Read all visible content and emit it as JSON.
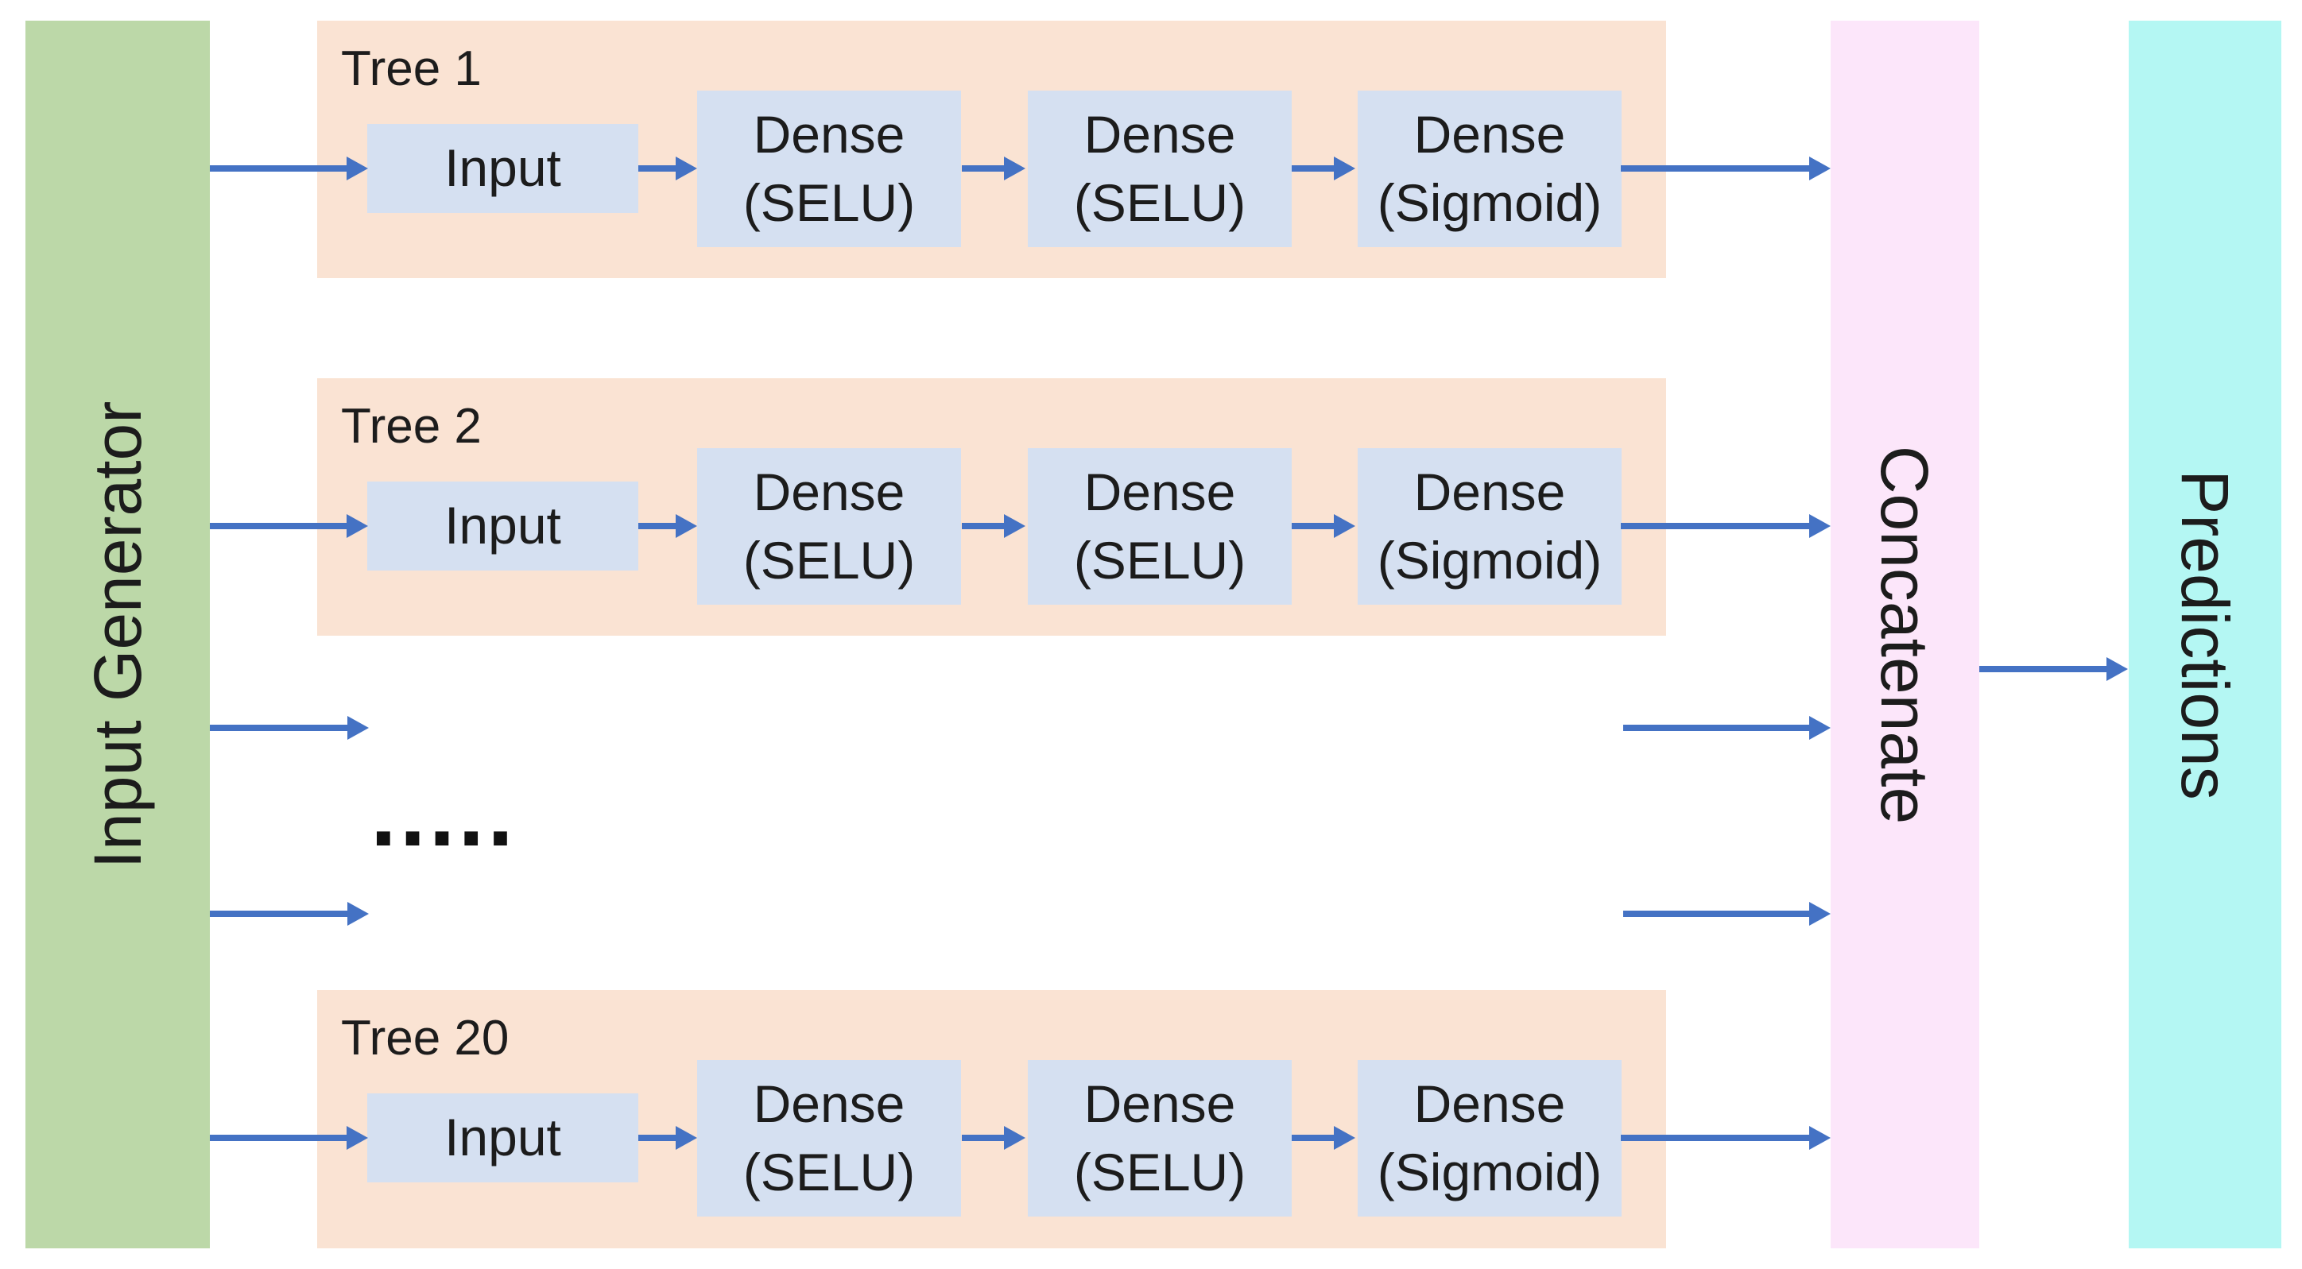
{
  "diagram": {
    "colors": {
      "background": "#ffffff",
      "input-generator": "#bcd8a8",
      "tree-panel": "#fae3d3",
      "node": "#d5e0f1",
      "concatenate": "#fce6fa",
      "predictions": "#b4f7f3",
      "arrow": "#4472c4",
      "text": "#1c1c1c"
    },
    "input_generator": {
      "label": "Input Generator"
    },
    "trees": [
      {
        "title": "Tree 1",
        "nodes": [
          "Input",
          "Dense\n(SELU)",
          "Dense\n(SELU)",
          "Dense\n(Sigmoid)"
        ]
      },
      {
        "title": "Tree 2",
        "nodes": [
          "Input",
          "Dense\n(SELU)",
          "Dense\n(SELU)",
          "Dense\n(Sigmoid)"
        ]
      },
      {
        "title": "Tree 20",
        "nodes": [
          "Input",
          "Dense\n(SELU)",
          "Dense\n(SELU)",
          "Dense\n(Sigmoid)"
        ]
      }
    ],
    "ellipsis": ".....",
    "concatenate": {
      "label": "Concatenate"
    },
    "predictions": {
      "label": "Predictions"
    }
  }
}
